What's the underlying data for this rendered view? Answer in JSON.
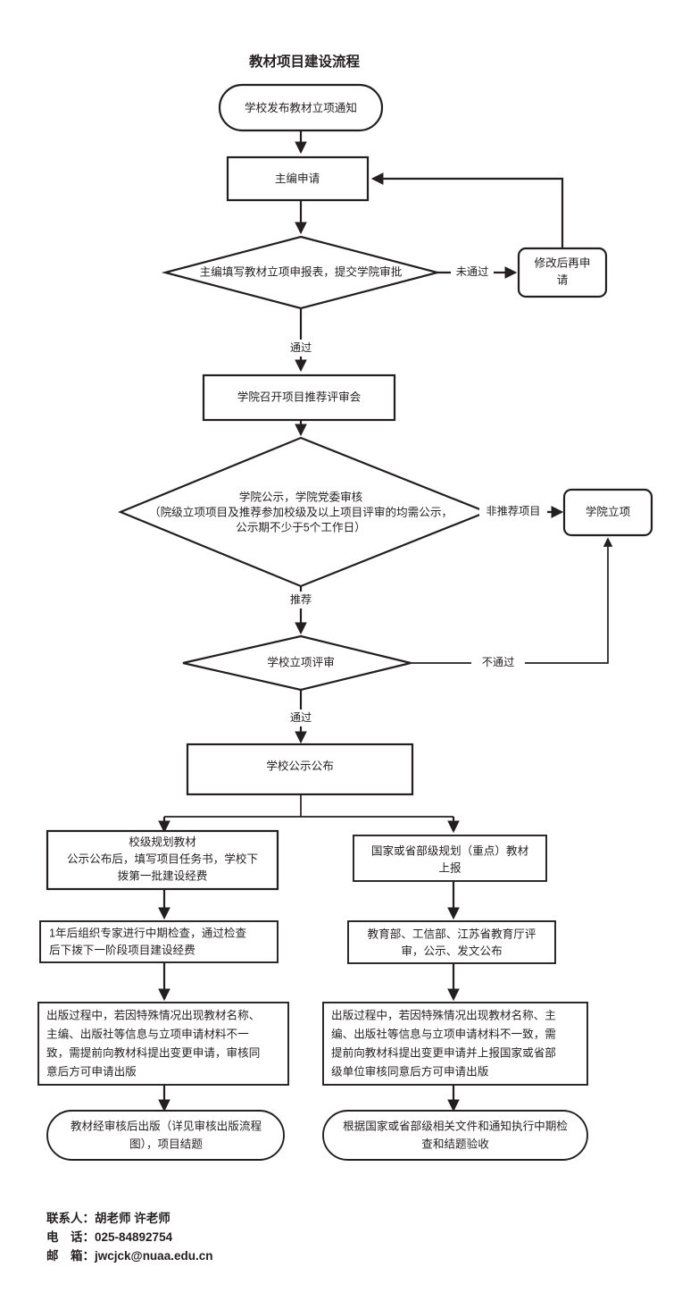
{
  "title": "教材项目建设流程",
  "nodes": {
    "start_notice": "学校发布教材立项通知",
    "editor_apply": "主编申请",
    "fill_form": "主编填写教材立项申报表，提交学院审批",
    "revise_reapply_l1": "修改后再申",
    "revise_reapply_l2": "请",
    "college_review_meeting": "学院召开项目推荐评审会",
    "college_publicity_l1": "学院公示，学院党委审核",
    "college_publicity_l2": "（院级立项项目及推荐参加校级及以上项目评审的均需公示，",
    "college_publicity_l3": "公示期不少于5个工作日）",
    "college_project": "学院立项",
    "school_review": "学校立项评审",
    "school_publicity": "学校公示公布",
    "left_b1_l1": "校级规划教材",
    "left_b1_l2": "公示公布后，填写项目任务书，学校下",
    "left_b1_l3": "拨第一批建设经费",
    "left_b2_l1": "1年后组织专家进行中期检查，通过检查",
    "left_b2_l2": "后下拨下一阶段项目建设经费",
    "left_b3_l1": "出版过程中，若因特殊情况出现教材名称、",
    "left_b3_l2": "主编、出版社等信息与立项申请材料不一",
    "left_b3_l3": "致，需提前向教材科提出变更申请，审核同",
    "left_b3_l4": "意后方可申请出版",
    "left_end_l1": "教材经审核后出版（详见审核出版流程",
    "left_end_l2": "图），项目结题",
    "right_b1_l1": "国家或省部级规划（重点）教材",
    "right_b1_l2": "上报",
    "right_b2_l1": "教育部、工信部、江苏省教育厅评",
    "right_b2_l2": "审，公示、发文公布",
    "right_b3_l1": "出版过程中，若因特殊情况出现教材名称、主",
    "right_b3_l2": "编、出版社等信息与立项申请材料不一致，需",
    "right_b3_l3": "提前向教材科提出变更申请并上报国家或省部",
    "right_b3_l4": "级单位审核同意后方可申请出版",
    "right_end_l1": "根据国家或省部级相关文件和通知执行中期检",
    "right_end_l2": "查和结题验收"
  },
  "edge_labels": {
    "not_passed": "未通过",
    "passed_1": "通过",
    "non_recommended": "非推荐项目",
    "recommended": "推荐",
    "not_approved": "不通过",
    "passed_2": "通过"
  },
  "contact": {
    "person_label": "联系人：",
    "person_value": "胡老师 许老师",
    "phone_label": "电　话：",
    "phone_value": "025-84892754",
    "email_label": "邮　箱：",
    "email_value": "jwcjck@nuaa.edu.cn"
  },
  "colors": {
    "stroke": "#231f20",
    "fill": "#ffffff",
    "background": "#ffffff"
  },
  "chart_data": {
    "type": "diagram",
    "diagram_kind": "flowchart",
    "orientation": "top-to-bottom",
    "title": "教材项目建设流程",
    "node_shapes": {
      "start_notice": "rounded-terminator",
      "editor_apply": "rectangle",
      "fill_form": "diamond",
      "revise_reapply": "rounded-rect",
      "college_review_meeting": "rectangle",
      "college_publicity": "diamond",
      "college_project": "rounded-rect",
      "school_review": "diamond",
      "school_publicity": "rectangle",
      "left_b1": "rectangle",
      "left_b2": "rectangle",
      "left_b3": "rectangle",
      "left_end": "rounded-terminator",
      "right_b1": "rectangle",
      "right_b2": "rectangle",
      "right_b3": "rectangle",
      "right_end": "rounded-terminator"
    },
    "edges": [
      {
        "from": "start_notice",
        "to": "editor_apply",
        "label": ""
      },
      {
        "from": "editor_apply",
        "to": "fill_form",
        "label": ""
      },
      {
        "from": "fill_form",
        "to": "revise_reapply",
        "label": "未通过"
      },
      {
        "from": "revise_reapply",
        "to": "editor_apply",
        "label": ""
      },
      {
        "from": "fill_form",
        "to": "college_review_meeting",
        "label": "通过"
      },
      {
        "from": "college_review_meeting",
        "to": "college_publicity",
        "label": ""
      },
      {
        "from": "college_publicity",
        "to": "college_project",
        "label": "非推荐项目"
      },
      {
        "from": "college_publicity",
        "to": "school_review",
        "label": "推荐"
      },
      {
        "from": "school_review",
        "to": "college_project",
        "label": "不通过"
      },
      {
        "from": "school_review",
        "to": "school_publicity",
        "label": "通过"
      },
      {
        "from": "school_publicity",
        "to": "left_b1",
        "label": ""
      },
      {
        "from": "school_publicity",
        "to": "right_b1",
        "label": ""
      },
      {
        "from": "left_b1",
        "to": "left_b2",
        "label": ""
      },
      {
        "from": "left_b2",
        "to": "left_b3",
        "label": ""
      },
      {
        "from": "left_b3",
        "to": "left_end",
        "label": ""
      },
      {
        "from": "right_b1",
        "to": "right_b2",
        "label": ""
      },
      {
        "from": "right_b2",
        "to": "right_b3",
        "label": ""
      },
      {
        "from": "right_b3",
        "to": "right_end",
        "label": ""
      }
    ]
  }
}
